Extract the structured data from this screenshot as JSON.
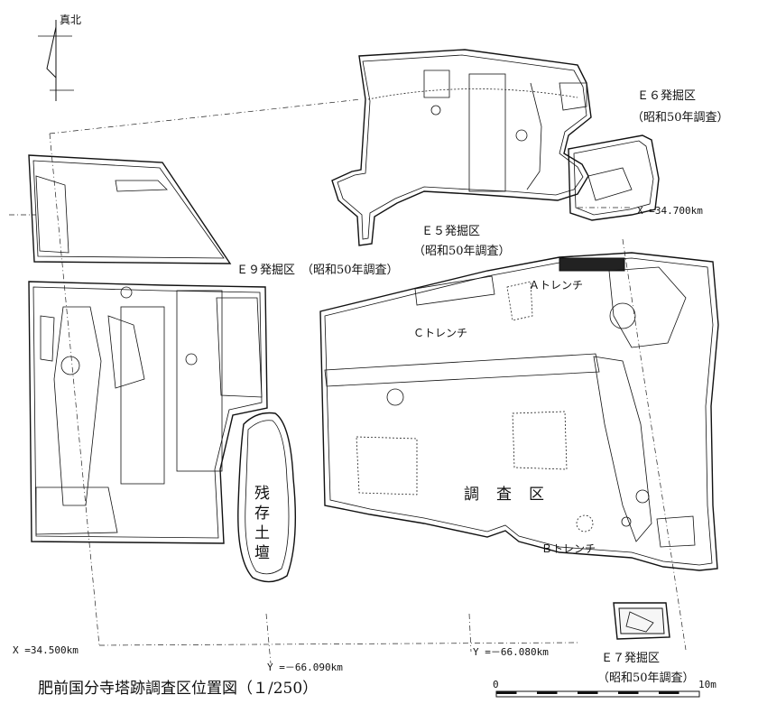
{
  "north": {
    "label": "真北"
  },
  "areas": {
    "e6": {
      "name": "Ｅ６発掘区",
      "note": "（昭和50年調査）"
    },
    "e5": {
      "name": "Ｅ５発掘区",
      "note": "（昭和50年調査）"
    },
    "e9": {
      "name": "Ｅ９発掘区",
      "note": "（昭和50年調査）"
    },
    "e7": {
      "name": "Ｅ７発掘区",
      "note": "（昭和50年調査）"
    },
    "survey": {
      "name": "調　査　区"
    },
    "mound": {
      "c1": "残",
      "c2": "存",
      "c3": "土",
      "c4": "壇"
    }
  },
  "trenches": {
    "a": "Ａトレンチ",
    "b": "Ｂトレンチ",
    "c": "Ｃトレンチ"
  },
  "coords": {
    "x_top": "X =34.700km",
    "x_bottom": "X =34.500km",
    "y_left": "Y =－66.090km",
    "y_right": "Y =－66.080km"
  },
  "scale": {
    "start": "0",
    "end": "10m"
  },
  "caption": "肥前国分寺塔跡調査区位置図（１/250）"
}
